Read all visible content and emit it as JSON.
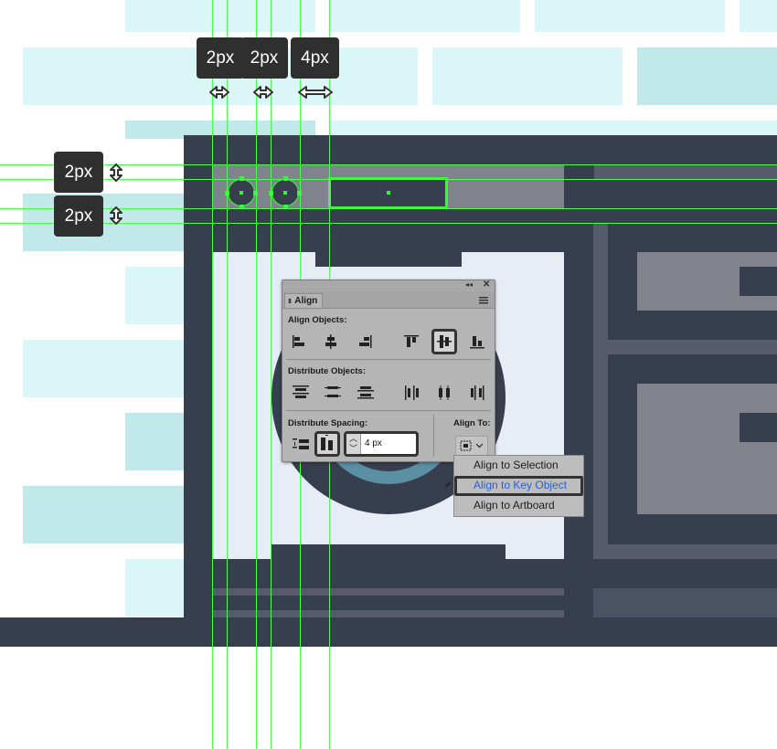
{
  "spacing_tooltips": {
    "horizontal": [
      "2px",
      "2px",
      "4px"
    ],
    "vertical": [
      "2px",
      "2px"
    ]
  },
  "align_panel": {
    "tab_title": "Align",
    "align_objects_label": "Align Objects:",
    "distribute_objects_label": "Distribute Objects:",
    "distribute_spacing_label": "Distribute Spacing:",
    "align_to_label": "Align To:",
    "spacing_value": "4 px",
    "collapse_glyph": "◂◂",
    "close_glyph": "✕"
  },
  "align_to_menu": {
    "items": [
      "Align to Selection",
      "Align to Key Object",
      "Align to Artboard"
    ],
    "checked_index": 1,
    "check_glyph": "✔"
  },
  "colors": {
    "guide": "#4cff4c",
    "dark_fill": "#373e4d",
    "light_tile": "#dbf6f7",
    "mid_tile": "#c1e9ea",
    "selection": "#33ff33",
    "menu_highlight_text": "#2a5fd6"
  },
  "icons": {
    "horizontal_spacing": "double-arrow-horizontal-icon",
    "vertical_spacing": "double-arrow-vertical-icon"
  }
}
